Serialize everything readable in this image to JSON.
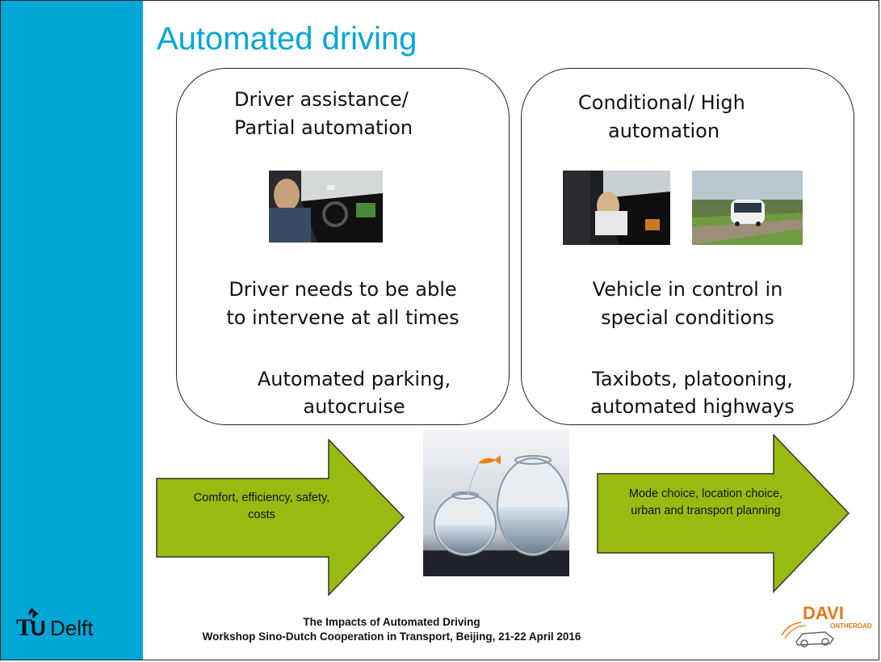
{
  "slide": {
    "title": "Automated driving",
    "left_box": {
      "heading_line1": "Driver assistance/",
      "heading_line2": "Partial automation",
      "desc_line1": "Driver needs to be able",
      "desc_line2": "to intervene at all times",
      "examples_line1": "Automated parking,",
      "examples_line2": "autocruise"
    },
    "right_box": {
      "heading_line1": "Conditional/ High",
      "heading_line2": "automation",
      "desc_line1": "Vehicle in control in",
      "desc_line2": "special conditions",
      "examples_line1": "Taxibots, platooning,",
      "examples_line2": "automated highways"
    },
    "arrow_left": {
      "line1": "Comfort, efficiency, safety,",
      "line2": "costs"
    },
    "arrow_right": {
      "line1": "Mode choice, location choice,",
      "line2": "urban and transport planning"
    },
    "footer": {
      "line1": "The Impacts of Automated Driving",
      "line2": "Workshop Sino-Dutch Cooperation in Transport, Beijing, 21-22 April 2016"
    },
    "logos": {
      "tudelft": "TUDelft",
      "davi_main": "DAVI",
      "davi_sub": "ONTHEROAD"
    }
  },
  "colors": {
    "sidebar": "#00a6d6",
    "title": "#00a6d6",
    "arrow_fill": "#99bb11",
    "davi_orange": "#e8761a"
  },
  "icons": {
    "tudelft_flame": "flame-icon",
    "davi_car": "car-icon"
  }
}
